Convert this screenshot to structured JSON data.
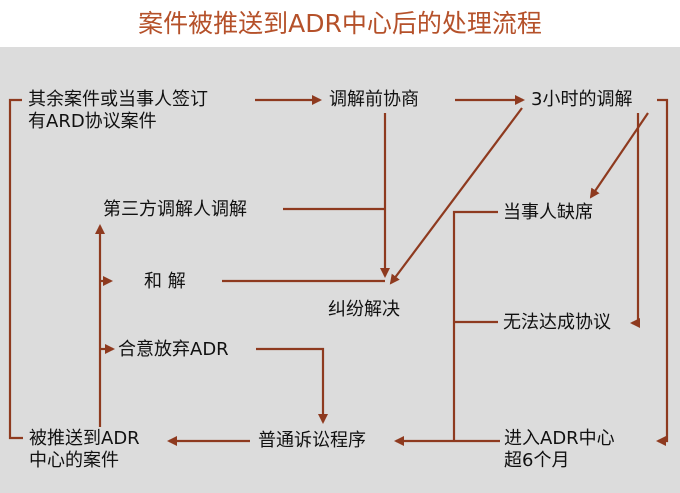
{
  "title": "案件被推送到ADR中心后的处理流程",
  "colors": {
    "title": "#b5512a",
    "arrow": "#8e3a1f",
    "panel": "#dcdcdc"
  },
  "nodes": {
    "other_cases_line1": "其余案件或当事人签订",
    "other_cases_line2": "有ARD协议案件",
    "pre_mediation": "调解前协商",
    "three_hour": "3小时的调解",
    "third_party": "第三方调解人调解",
    "settlement": "和  解",
    "dispute_resolved": "纠纷解决",
    "party_absent": "当事人缺席",
    "no_agreement": "无法达成协议",
    "agree_abandon": "合意放弃ADR",
    "pushed_line1": "被推送到ADR",
    "pushed_line2": "中心的案件",
    "ordinary_litigation": "普通诉讼程序",
    "over_six_line1": "进入ADR中心",
    "over_six_line2": "超6个月"
  }
}
